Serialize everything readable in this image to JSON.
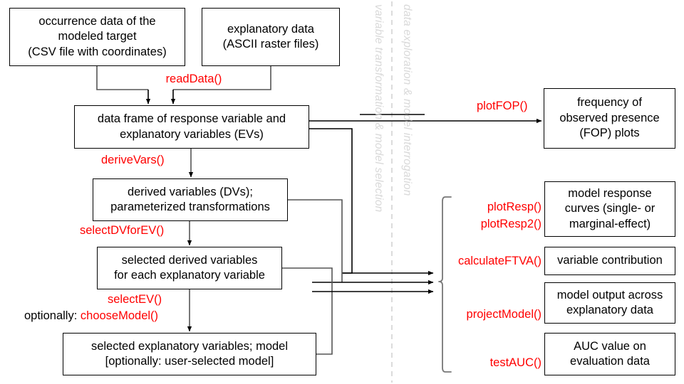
{
  "diagram": {
    "title": "MIAmaxent-style modelling workflow flowchart",
    "accent_function_color": "#ff0000",
    "node_border_color": "#000000",
    "phase_text_color": "#d9d9d9",
    "divider_color": "#cccccc"
  },
  "phases": [
    {
      "id": "phase-left",
      "label": "variable transformation  &  model selection"
    },
    {
      "id": "phase-right",
      "label": "data exploration  &  model interrogation"
    }
  ],
  "nodes": [
    {
      "id": "occurrence-data",
      "lines": [
        "occurrence data of the",
        "modeled target",
        "(CSV file with coordinates)"
      ]
    },
    {
      "id": "explanatory-data",
      "lines": [
        "explanatory data",
        "(ASCII raster files)"
      ]
    },
    {
      "id": "data-frame",
      "lines": [
        "data frame of response variable and",
        "explanatory variables (EVs)"
      ]
    },
    {
      "id": "derived-variables",
      "lines": [
        "derived variables (DVs);",
        "parameterized transformations"
      ]
    },
    {
      "id": "selected-derived-variables",
      "lines": [
        "selected derived variables",
        "for each explanatory variable"
      ]
    },
    {
      "id": "selected-explanatory-variables",
      "lines": [
        "selected explanatory variables; model",
        "[optionally: user-selected model]"
      ]
    },
    {
      "id": "fop-plots",
      "lines": [
        "frequency of",
        "observed presence",
        "(FOP) plots"
      ]
    },
    {
      "id": "model-response-curves",
      "lines": [
        "model response",
        "curves (single- or",
        "marginal-effect)"
      ]
    },
    {
      "id": "variable-contribution",
      "lines": [
        "variable contribution"
      ]
    },
    {
      "id": "model-output",
      "lines": [
        "model output across",
        "explanatory data"
      ]
    },
    {
      "id": "auc-value",
      "lines": [
        "AUC value on",
        "evaluation data"
      ]
    }
  ],
  "functions": [
    {
      "id": "read-data",
      "prefix": "",
      "name": "readData()"
    },
    {
      "id": "derive-vars",
      "prefix": "",
      "name": "deriveVars()"
    },
    {
      "id": "select-dv",
      "prefix": "",
      "name": "selectDVforEV()"
    },
    {
      "id": "select-ev",
      "prefix": "",
      "name": "selectEV()"
    },
    {
      "id": "choose-model",
      "prefix": "optionally: ",
      "name": "chooseModel()"
    },
    {
      "id": "plot-fop",
      "prefix": "",
      "name": "plotFOP()"
    },
    {
      "id": "plot-resp",
      "prefix": "",
      "name": "plotResp()"
    },
    {
      "id": "plot-resp2",
      "prefix": "",
      "name": "plotResp2()"
    },
    {
      "id": "calculate-ftva",
      "prefix": "",
      "name": "calculateFTVA()"
    },
    {
      "id": "project-model",
      "prefix": "",
      "name": "projectModel()"
    },
    {
      "id": "test-auc",
      "prefix": "",
      "name": "testAUC()"
    }
  ]
}
